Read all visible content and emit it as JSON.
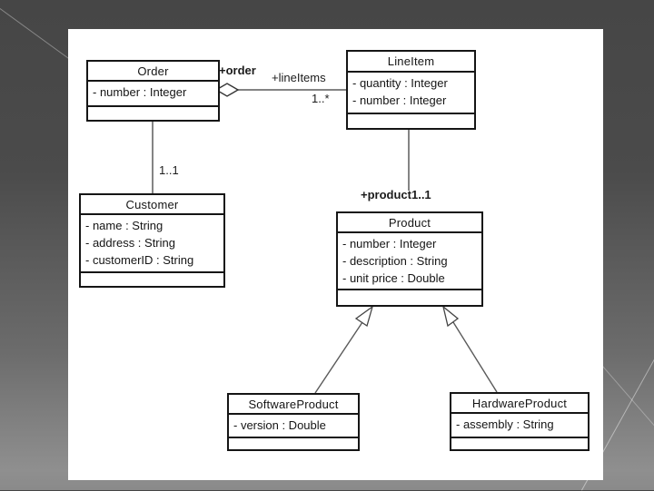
{
  "diagram": {
    "title_hint": "UML class diagram",
    "classes": [
      {
        "name": "Order",
        "attributes": [
          "- number : Integer"
        ]
      },
      {
        "name": "LineItem",
        "attributes": [
          "- quantity : Integer",
          "- number : Integer"
        ]
      },
      {
        "name": "Customer",
        "attributes": [
          "- name : String",
          "- address : String",
          "- customerID : String"
        ]
      },
      {
        "name": "Product",
        "attributes": [
          "- number : Integer",
          "- description : String",
          "- unit price : Double"
        ]
      },
      {
        "name": "SoftwareProduct",
        "attributes": [
          "- version : Double"
        ]
      },
      {
        "name": "HardwareProduct",
        "attributes": [
          "- assembly : String"
        ]
      }
    ],
    "labels": {
      "order_role": "+order",
      "lineitems_role": "+lineItems",
      "lineitems_multiplicity": "1..*",
      "customer_multiplicity": "1..1",
      "product_role_multiplicity": "+product1..1"
    }
  },
  "colors": {
    "background_top": "#464646",
    "background_bottom": "#8f8f8f",
    "slide_background": "#ffffff",
    "box_border": "#151515",
    "connector_line": "#5a5a5a",
    "text": "#111111"
  }
}
